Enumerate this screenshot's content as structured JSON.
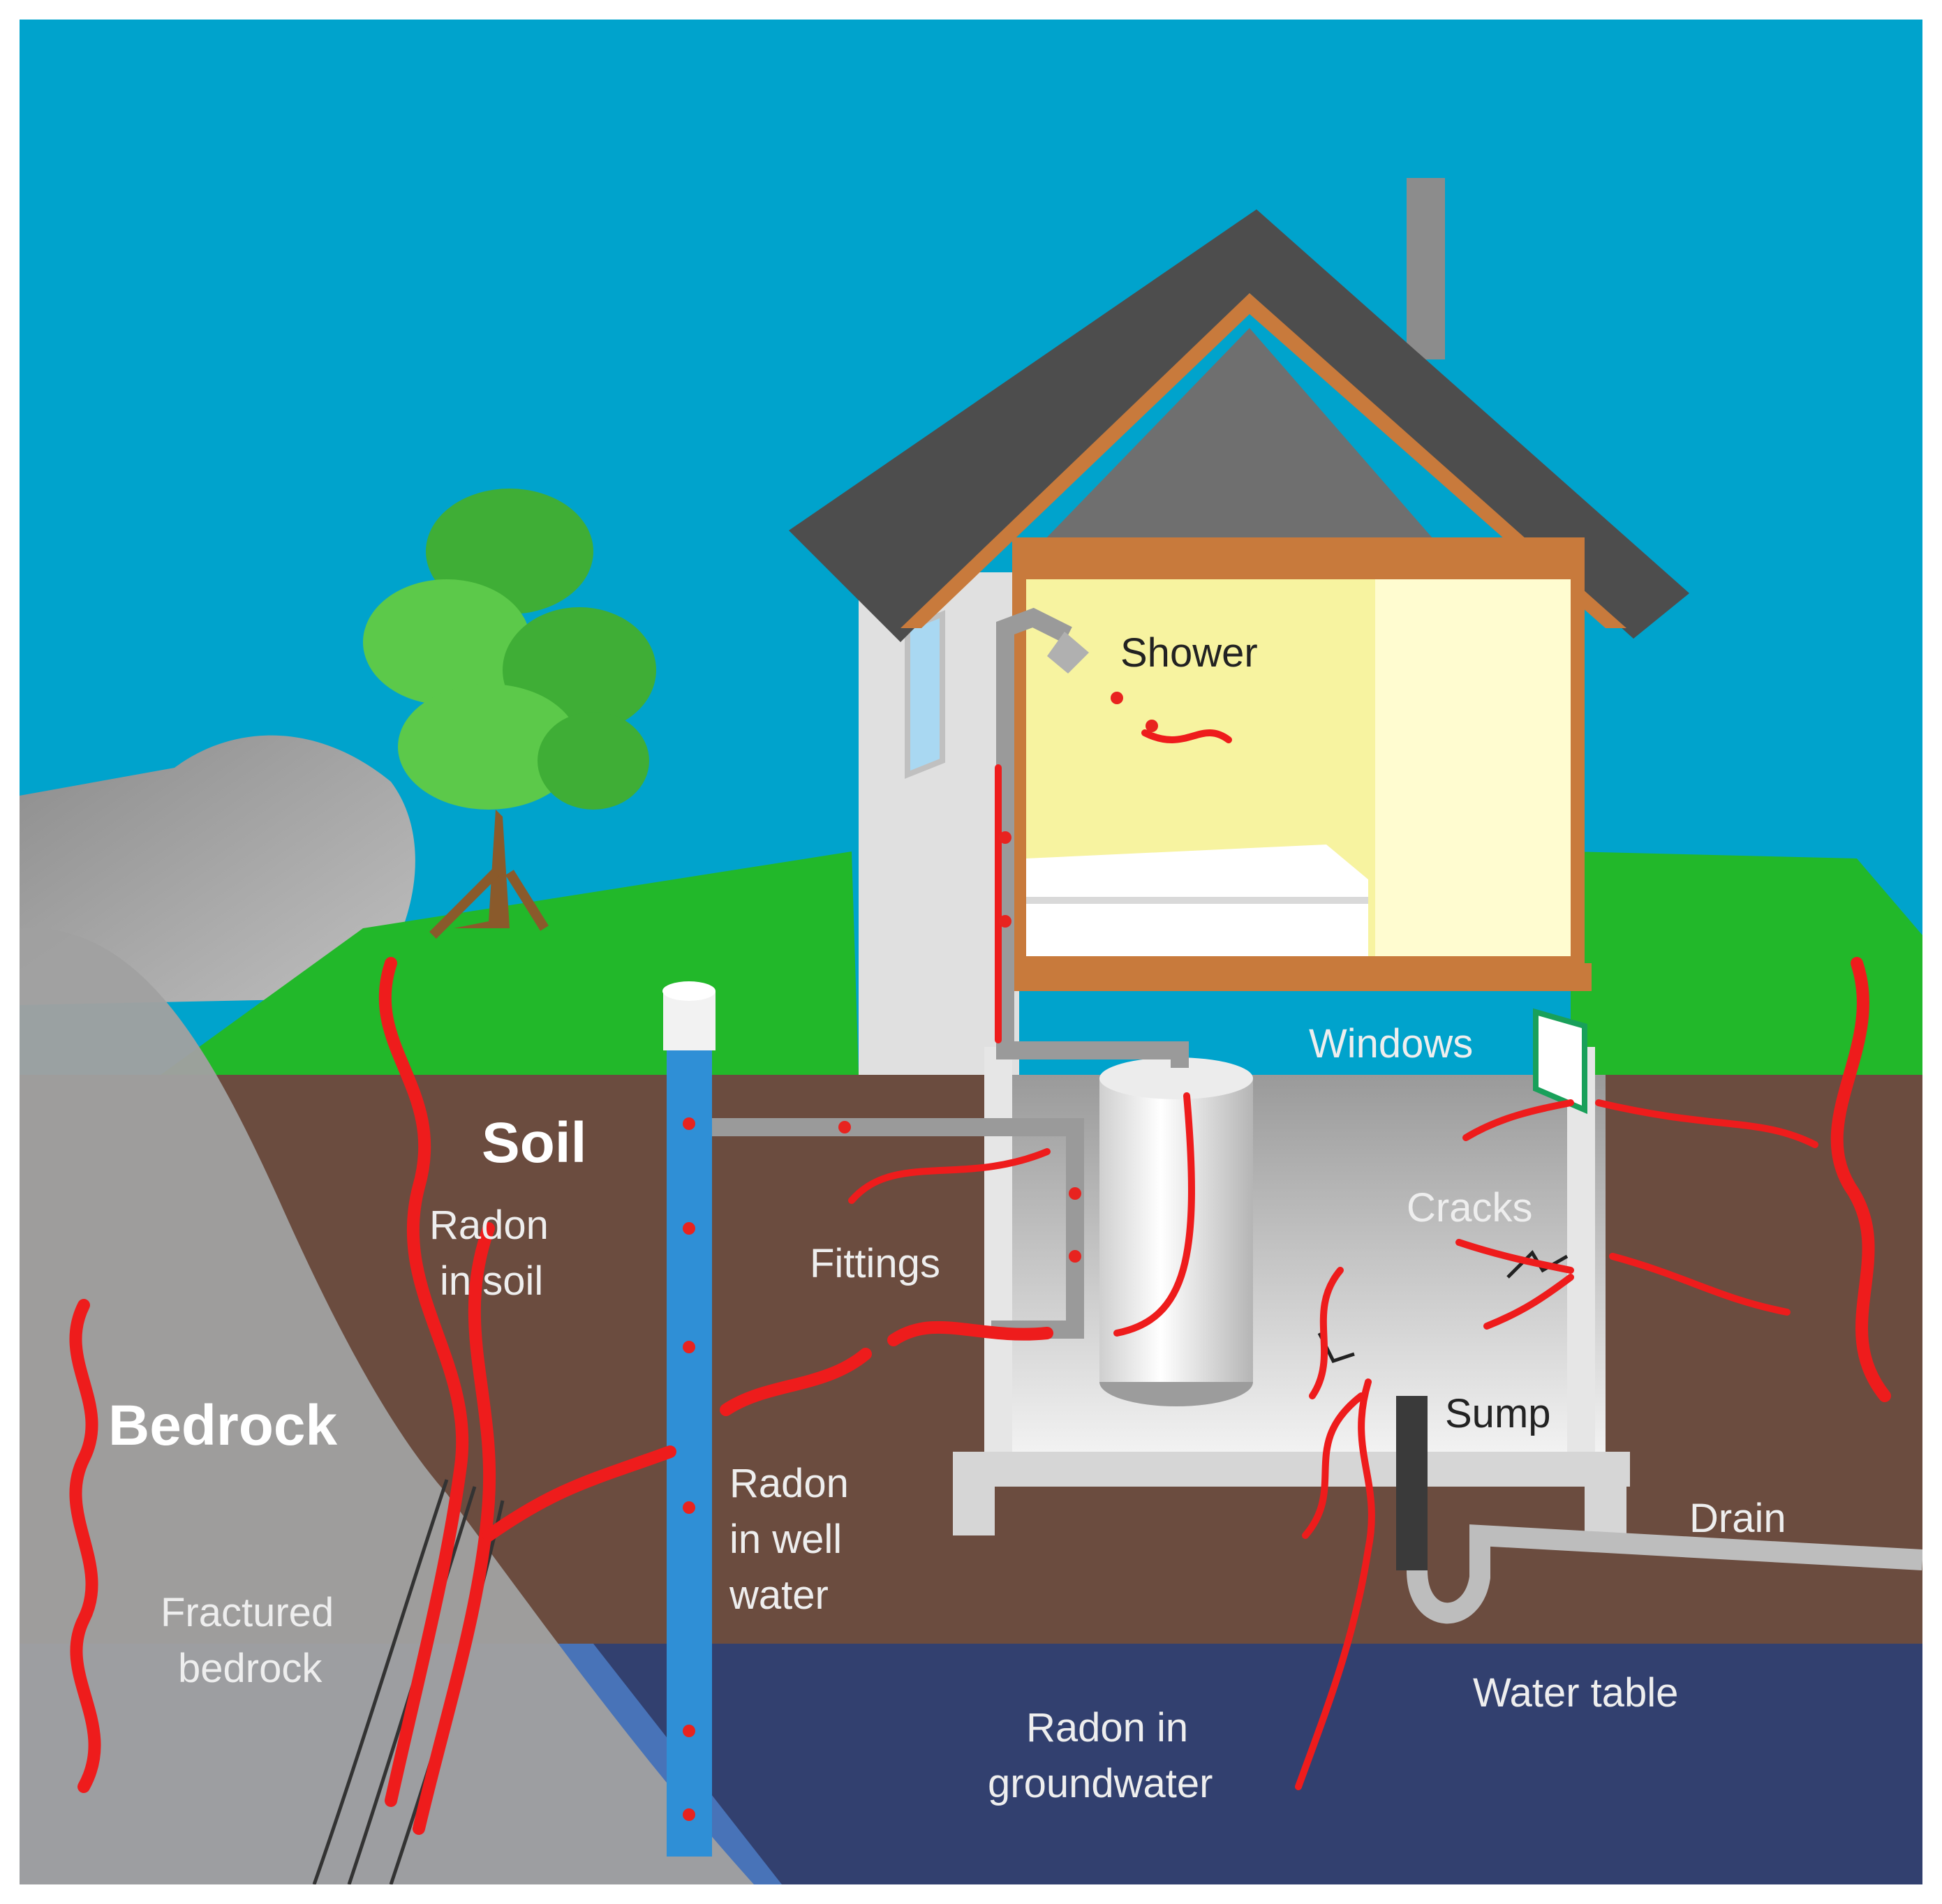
{
  "labels": {
    "soil": "Soil",
    "radon_in_soil_1": "Radon",
    "radon_in_soil_2": "in soil",
    "bedrock": "Bedrock",
    "fractured_bedrock_1": "Fractured",
    "fractured_bedrock_2": "bedrock",
    "radon_in_well_water_1": "Radon",
    "radon_in_well_water_2": "in well",
    "radon_in_well_water_3": "water",
    "fittings": "Fittings",
    "shower": "Shower",
    "windows": "Windows",
    "cracks": "Cracks",
    "sump": "Sump",
    "drain": "Drain",
    "water_table": "Water table",
    "radon_in_groundwater_1": "Radon in",
    "radon_in_groundwater_2": "groundwater"
  },
  "colors": {
    "sky": "#00a3cc",
    "grass": "#22b82a",
    "soil": "#6b4c3f",
    "bedrock": "#a0a0a0",
    "groundwater_light": "#4873b8",
    "groundwater_dark": "#32406f",
    "roof": "#4d4d4d",
    "trim": "#c87a3c",
    "room": "#f7f3a0",
    "radon_arrow": "#ee1c1c",
    "well_pipe": "#2f8fd6"
  },
  "icons": [
    "tree-icon",
    "house-icon",
    "shower-head-icon",
    "water-heater-icon",
    "well-cap-icon",
    "sump-pipe-icon",
    "drain-pipe-icon"
  ]
}
